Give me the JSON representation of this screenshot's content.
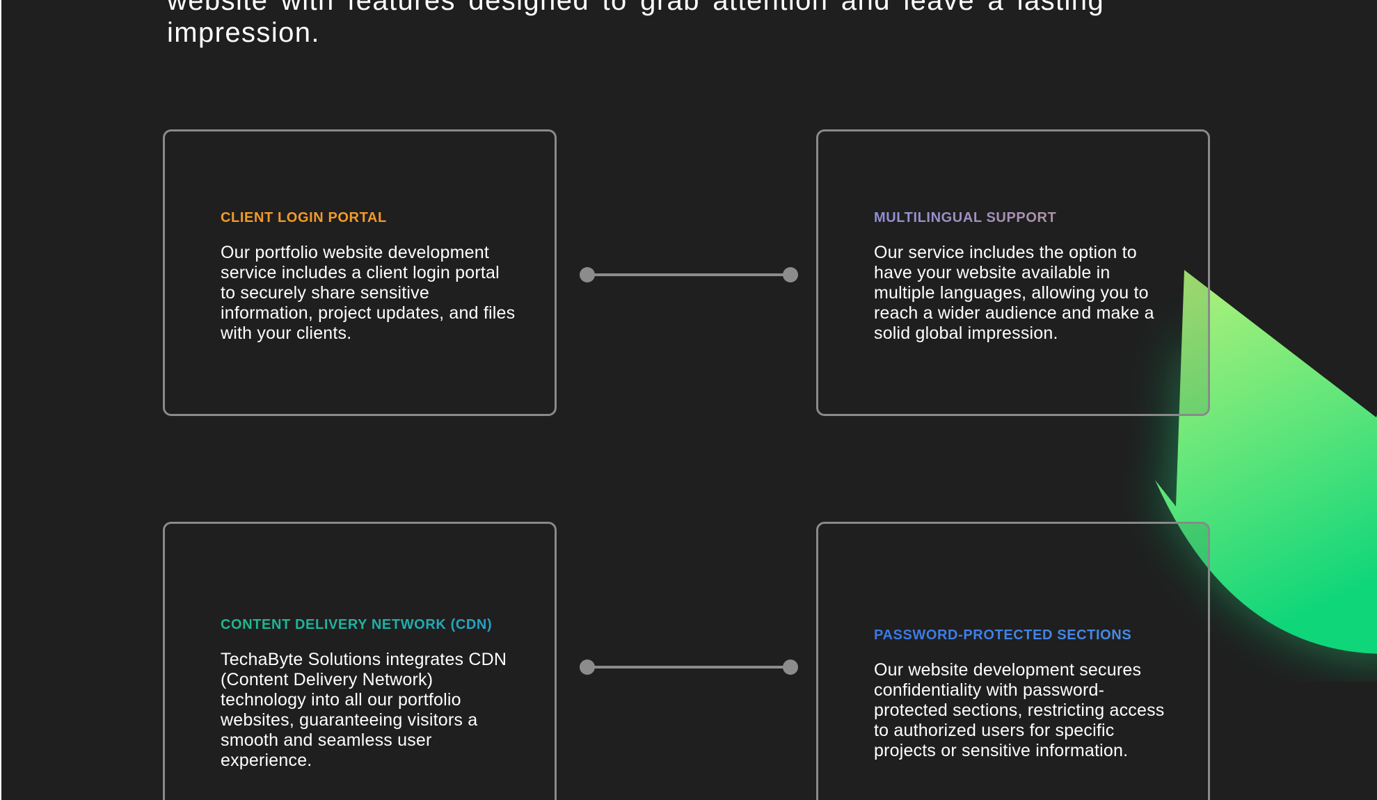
{
  "intro": {
    "text_line1": "website with features designed to grab attention and leave a lasting",
    "text_line2": "impression."
  },
  "cards": [
    {
      "title": "CLIENT LOGIN PORTAL",
      "body": "Our portfolio website development service includes a client login portal to securely share sensitive information, project updates, and files with your clients.",
      "title_color": "#f39a2a"
    },
    {
      "title": "MULTILINGUAL SUPPORT",
      "body": "Our service includes the option to have your website available in multiple languages, allowing you to reach a wider audience and make a solid global impression.",
      "title_color": "#8f8fd6"
    },
    {
      "title": "CONTENT DELIVERY NETWORK (CDN)",
      "body": "TechaByte Solutions integrates CDN (Content Delivery Network) technology into all our portfolio websites, guaranteeing visitors a smooth and seamless user experience.",
      "title_color": "#1fb98b"
    },
    {
      "title": "PASSWORD-PROTECTED SECTIONS",
      "body": "Our website development secures confidentiality with password-protected sections, restricting access to authorized users for specific projects or sensitive information.",
      "title_color": "#3a78e8"
    }
  ],
  "colors": {
    "background": "#1f1f1f",
    "card_border": "#8a8a8a",
    "connector": "#8c8c8c",
    "text": "#ffffff",
    "accent_green": "#2ee07a"
  },
  "decoration": {
    "icon": "green-leaf-shape-icon"
  }
}
